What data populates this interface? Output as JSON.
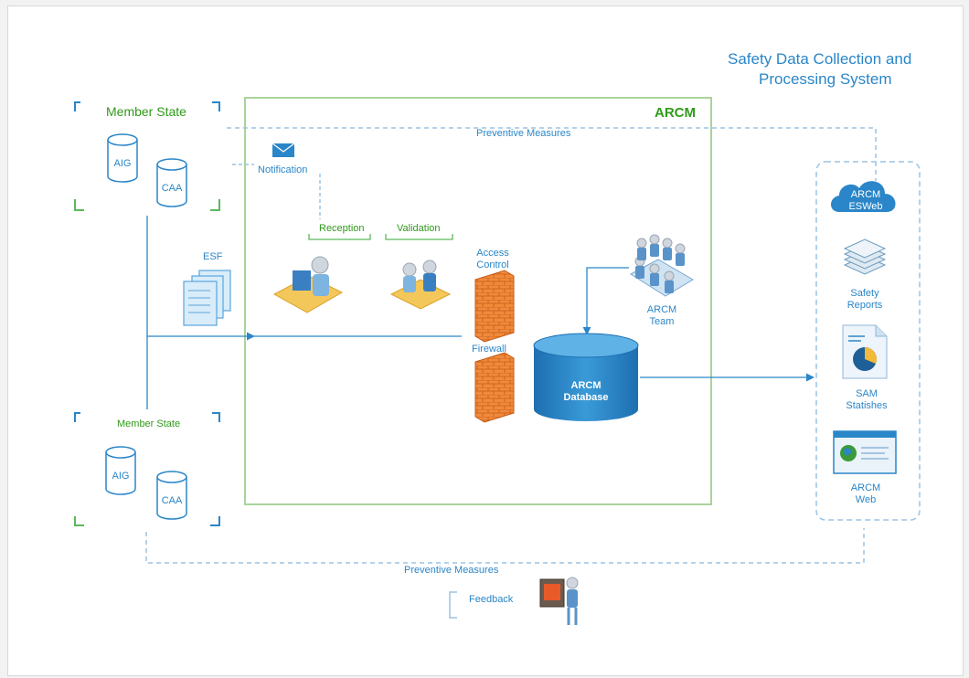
{
  "title_line1": "Safety Data Collection and",
  "title_line2": "Processing System",
  "member_state_top": {
    "label": "Member State",
    "db1": "AIG",
    "db2": "CAA"
  },
  "member_state_bottom": {
    "label": "Member State",
    "db1": "AIG",
    "db2": "CAA"
  },
  "arcm_label": "ARCM",
  "preventive_top": "Preventive Measures",
  "preventive_bottom": "Preventive Measures",
  "notification": "Notification",
  "reception": "Reception",
  "validation": "Validation",
  "esf": "ESF",
  "access_control_1": "Access",
  "access_control_2": "Control",
  "firewall": "Firewall",
  "team_1": "ARCM",
  "team_2": "Team",
  "database_1": "ARCM",
  "database_2": "Database",
  "esweb_1": "ARCM",
  "esweb_2": "ESWeb",
  "safety_reports_1": "Safety",
  "safety_reports_2": "Reports",
  "sam_1": "SAM",
  "sam_2": "Statishes",
  "arcm_web_1": "ARCM",
  "arcm_web_2": "Web",
  "feedback": "Feedback",
  "colors": {
    "blue": "#2a86c8",
    "green": "#2f9a1a",
    "dashed": "#9cc4e4",
    "frame_green": "#a8d49a",
    "orange": "#f07a2a"
  }
}
